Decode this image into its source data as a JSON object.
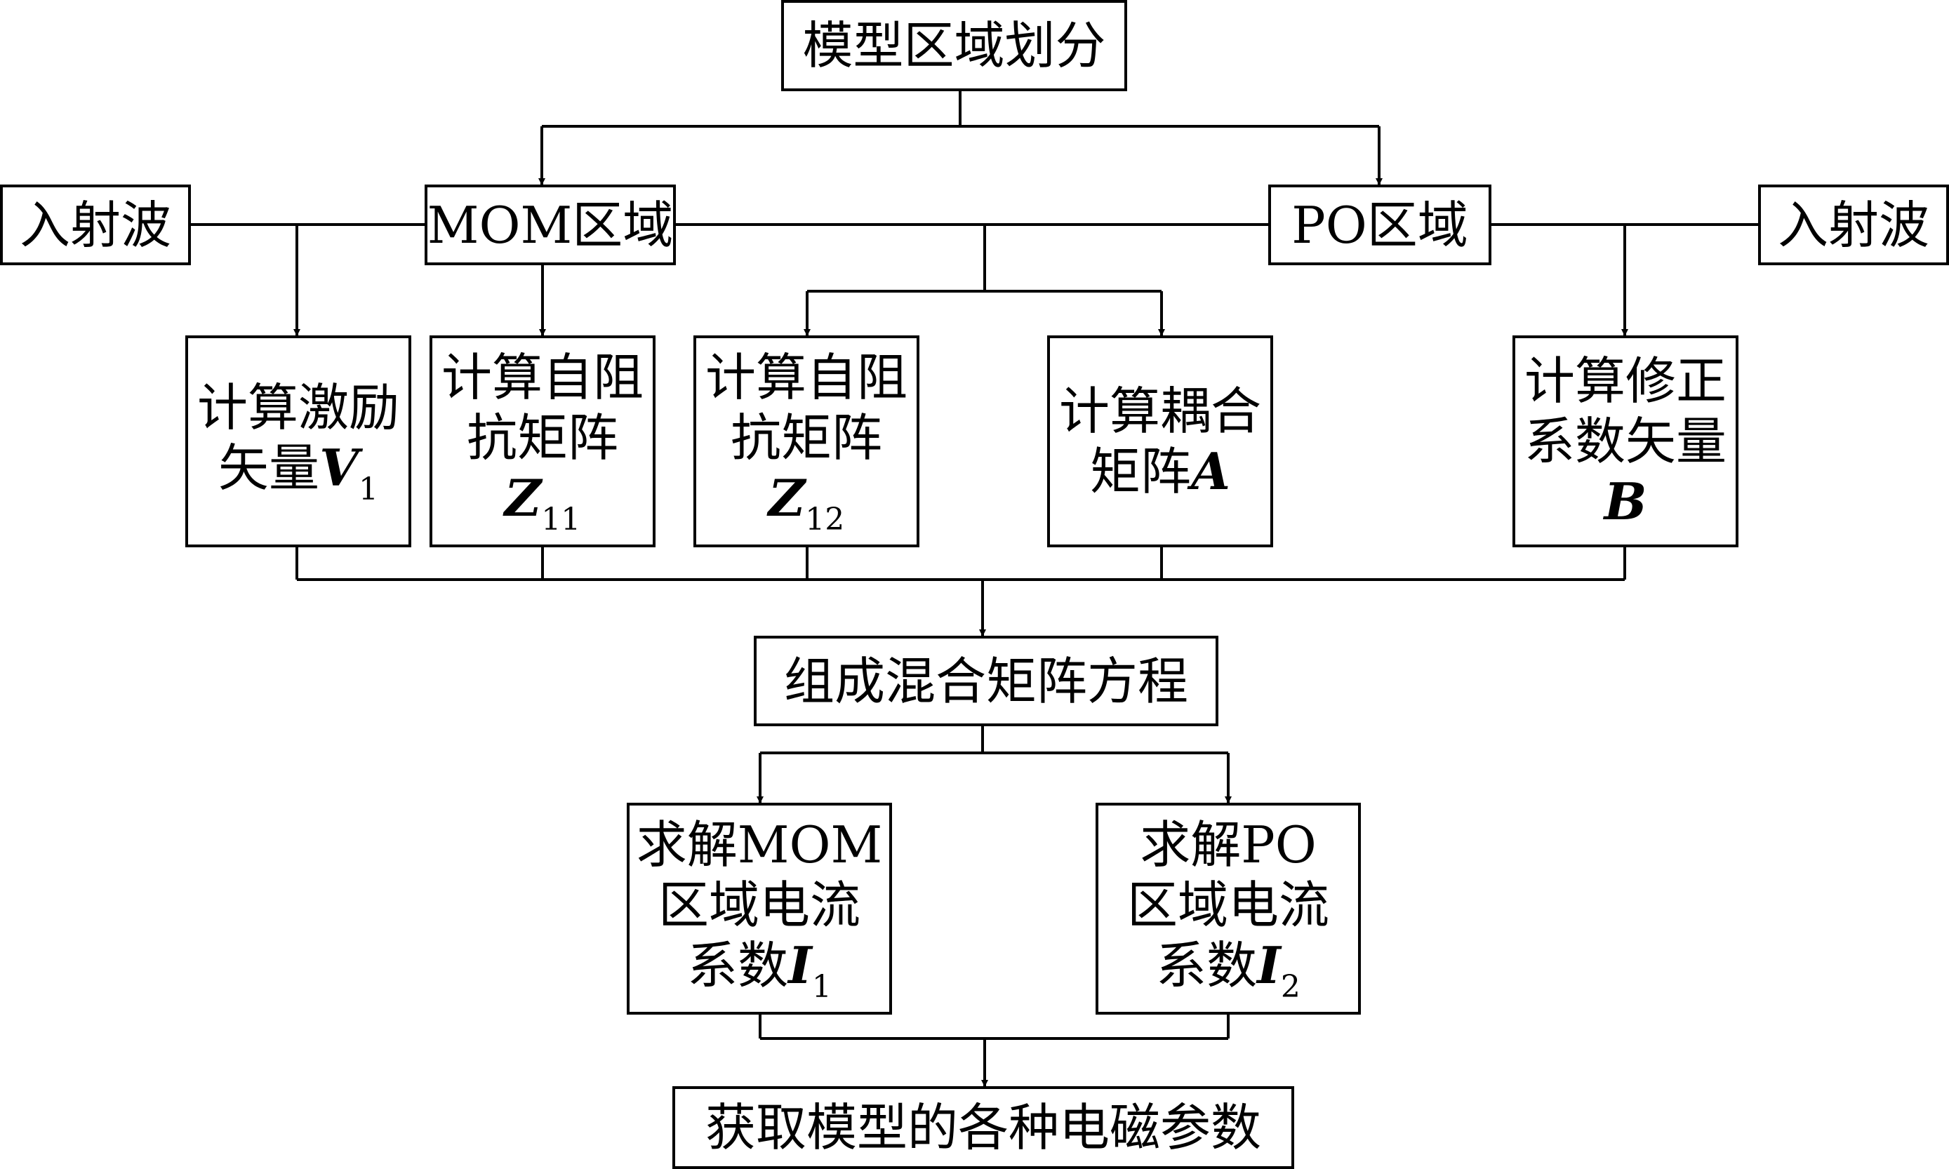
{
  "nodes": {
    "model_partition": "模型区域划分",
    "incident_left": "入射波",
    "mom_region": "MOM区域",
    "po_region": "PO区域",
    "incident_right": "入射波",
    "calc_v1": {
      "line1": "计算激励",
      "line2": "矢量",
      "symbol": "V",
      "sub": "1"
    },
    "calc_z11": {
      "line1": "计算自阻",
      "line2": "抗矩阵",
      "symbol": "Z",
      "sub": "11"
    },
    "calc_z12": {
      "line1": "计算自阻",
      "line2": "抗矩阵",
      "symbol": "Z",
      "sub": "12"
    },
    "calc_a": {
      "line1": "计算耦合",
      "line2": "矩阵",
      "symbol": "A"
    },
    "calc_b": {
      "line1": "计算修正",
      "line2": "系数矢量",
      "symbol": "B"
    },
    "mixed_equation": "组成混合矩阵方程",
    "solve_mom": {
      "line1": "求解MOM",
      "line2": "区域电流",
      "line3": "系数",
      "symbol": "I",
      "sub": "1"
    },
    "solve_po": {
      "line1": "求解PO",
      "line2": "区域电流",
      "line3": "系数",
      "symbol": "I",
      "sub": "2"
    },
    "get_params": "获取模型的各种电磁参数"
  }
}
